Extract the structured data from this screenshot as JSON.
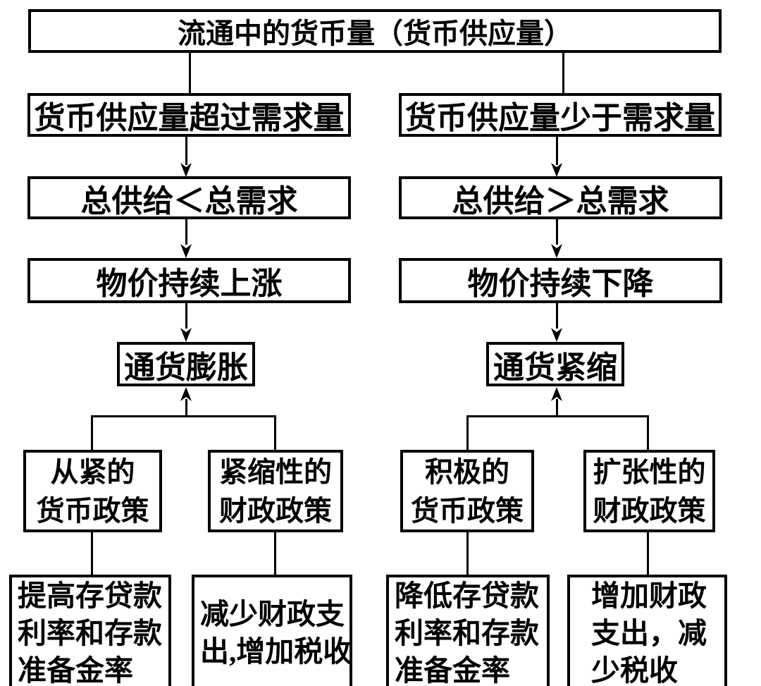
{
  "colors": {
    "background": "#ffffff",
    "box_border": "#000000",
    "text": "#000000",
    "connector": "#000000"
  },
  "diagram": {
    "root": {
      "label": "流通中的货币量（货币供应量）"
    },
    "left": {
      "condition": {
        "label": "货币供应量超过需求量"
      },
      "balance": {
        "label": "总供给＜总需求"
      },
      "price": {
        "label": "物价持续上涨"
      },
      "result": {
        "label": "通货膨胀"
      },
      "policies": {
        "monetary": {
          "lines": [
            "从紧的",
            "货币政策"
          ]
        },
        "fiscal": {
          "lines": [
            "紧缩性的",
            "财政政策"
          ]
        }
      },
      "measures": {
        "monetary": {
          "lines": [
            "提高存贷款",
            "利率和存款",
            "准备金率"
          ]
        },
        "fiscal": {
          "lines": [
            "减少财政支",
            "出,增加税收"
          ]
        }
      }
    },
    "right": {
      "condition": {
        "label": "货币供应量少于需求量"
      },
      "balance": {
        "label": "总供给＞总需求"
      },
      "price": {
        "label": "物价持续下降"
      },
      "result": {
        "label": "通货紧缩"
      },
      "policies": {
        "monetary": {
          "lines": [
            "积极的",
            "货币政策"
          ]
        },
        "fiscal": {
          "lines": [
            "扩张性的",
            "财政政策"
          ]
        }
      },
      "measures": {
        "monetary": {
          "lines": [
            "降低存贷款",
            "利率和存款",
            "准备金率"
          ]
        },
        "fiscal": {
          "lines": [
            "增加财政",
            "支出，减",
            "少税收"
          ]
        }
      }
    }
  }
}
